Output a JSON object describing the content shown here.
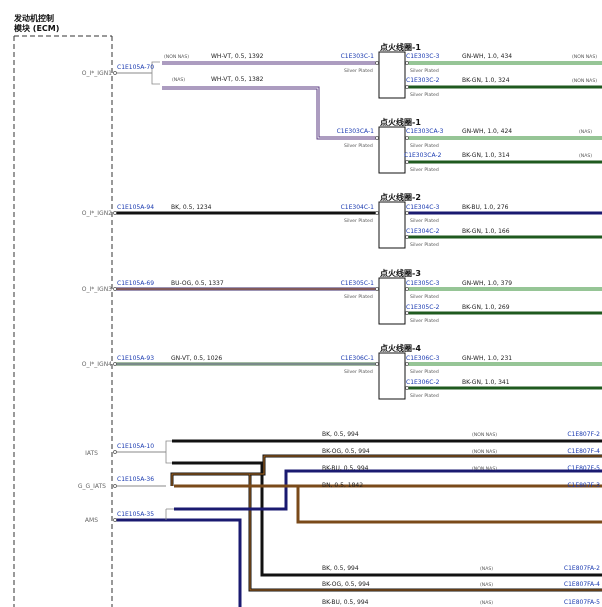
{
  "ecm": {
    "title_line1": "发动机控制",
    "title_line2": "模块 (ECM)"
  },
  "pins": {
    "o_ign_1": "O_I*_IGN1",
    "o_ign_2": "O_I*_IGN2",
    "o_ign_3": "O_I*_IGN3",
    "o_ign_4": "O_I*_IGN4",
    "iats": "IATS",
    "g_iats": "G_G_IATS",
    "ams": "AMS"
  },
  "conn": {
    "c70": "C1E105A-70",
    "c94": "C1E105A-94",
    "c69": "C1E105A-69",
    "c93": "C1E105A-93",
    "c10": "C1E105A-10",
    "c36": "C1E105A-36",
    "c35": "C1E105A-35"
  },
  "coils": {
    "c1a": {
      "title": "点火线圈-1",
      "in": "C1E303C-1",
      "out1": "C1E303C-3",
      "out2": "C1E303C-2"
    },
    "c1b": {
      "title": "点火线圈-1",
      "in": "C1E303CA-1",
      "out1": "C1E303CA-3",
      "out2": "C1E303CA-2"
    },
    "c2": {
      "title": "点火线圈-2",
      "in": "C1E304C-1",
      "out1": "C1E304C-3",
      "out2": "C1E304C-2"
    },
    "c3": {
      "title": "点火线圈-3",
      "in": "C1E305C-1",
      "out1": "C1E305C-3",
      "out2": "C1E305C-2"
    },
    "c4": {
      "title": "点火线圈-4",
      "in": "C1E306C-1",
      "out1": "C1E306C-3",
      "out2": "C1E306C-2"
    }
  },
  "silver": "Silver Plated",
  "wires": {
    "w1392": "WH-VT, 0.5, 1392",
    "w1382": "WH-VT, 0.5, 1382",
    "w1234": "BK, 0.5, 1234",
    "w1337": "BU-OG, 0.5, 1337",
    "w1026": "GN-VT, 0.5, 1026",
    "w434": "GN-WH, 1.0, 434",
    "w324": "BK-GN, 1.0, 324",
    "w424": "GN-WH, 1.0, 424",
    "w314": "BK-GN, 1.0, 314",
    "w276": "BK-BU, 1.0, 276",
    "w166": "BK-GN, 1.0, 166",
    "w379": "GN-WH, 1.0, 379",
    "w269": "BK-GN, 1.0, 269",
    "w231": "GN-WH, 1.0, 231",
    "w341": "BK-GN, 1.0, 341",
    "b1": "BK, 0.5, 994",
    "b2": "BK-OG, 0.5, 994",
    "b3": "BK-BU, 0.5, 994",
    "b4": "BN, 0.5, 1842",
    "b5": "BK, 0.5, 994",
    "b6": "BK-OG, 0.5, 994",
    "b7": "BK-BU, 0.5, 994"
  },
  "notes": {
    "non_nas": "(NON NAS)",
    "nas": "(NAS)"
  },
  "right": {
    "f2": "C1E807F-2",
    "f4": "C1E807F-4",
    "f5": "C1E807F-5",
    "f3": "C1E807F-3",
    "fa2": "C1E807FA-2",
    "fa4": "C1E807FA-4",
    "fa5": "C1E807FA-5"
  }
}
